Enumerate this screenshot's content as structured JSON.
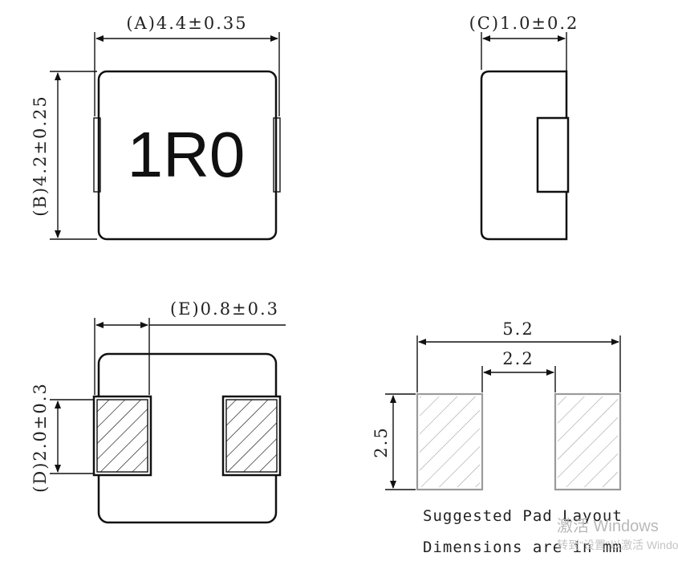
{
  "views": {
    "top": {
      "dim_a": "(A)4.4±0.35",
      "dim_b": "(B)4.2±0.25",
      "marking": "1R0"
    },
    "side": {
      "dim_c": "(C)1.0±0.2"
    },
    "bottom": {
      "dim_e": "(E)0.8±0.3",
      "dim_d": "(D)2.0±0.3"
    },
    "pad_layout": {
      "dim_total": "5.2",
      "dim_gap": "2.2",
      "dim_height": "2.5",
      "caption": "Suggested Pad Layout",
      "units_note": "Dimensions are in mm"
    }
  },
  "watermark": {
    "line1": "激活 Windows",
    "line2": "转到\"设置\"以激活 Windows"
  },
  "colors": {
    "line": "#111111",
    "pad_layout_hatch": "#9a9a9a",
    "watermark": "#b9b9b9"
  }
}
